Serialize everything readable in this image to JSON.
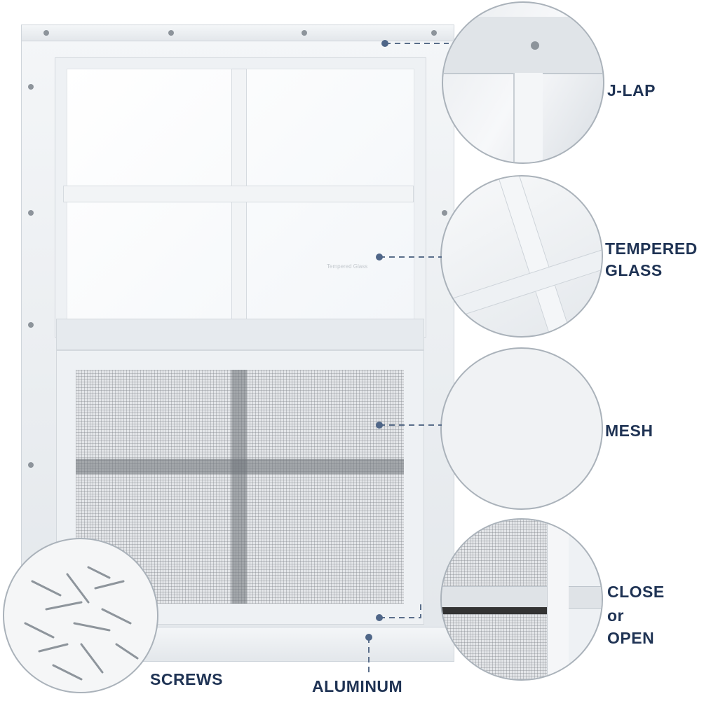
{
  "callouts": {
    "jlap": "J-LAP",
    "tempered_glass_line1": "TEMPERED",
    "tempered_glass_line2": "GLASS",
    "mesh": "MESH",
    "close": "CLOSE",
    "or": "or",
    "open": "OPEN",
    "screws": "SCREWS",
    "aluminum": "ALUMINUM"
  },
  "glass_print": "Tempered Glass",
  "colors": {
    "label": "#1f3354",
    "connector": "#5a6e8a",
    "frame": "#eef1f4"
  }
}
